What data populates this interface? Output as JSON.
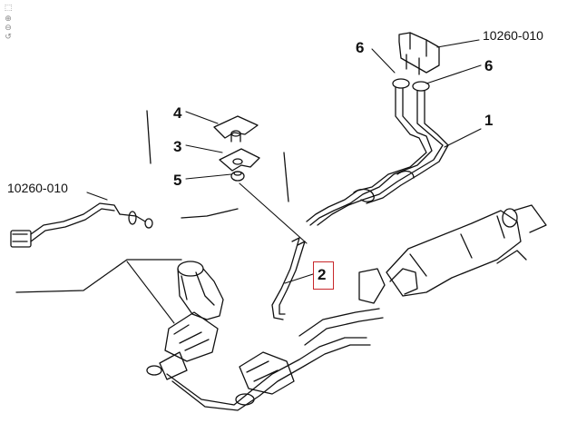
{
  "toolbar": {
    "items": [
      {
        "name": "select-tool-icon",
        "glyph": "⬚"
      },
      {
        "name": "zoom-in-icon",
        "glyph": "⊕"
      },
      {
        "name": "zoom-out-icon",
        "glyph": "⊖"
      },
      {
        "name": "reset-view-icon",
        "glyph": "↺"
      }
    ]
  },
  "callouts": {
    "part_1": "1",
    "part_2": "2",
    "part_3": "3",
    "part_4": "4",
    "part_5": "5",
    "part_6_left": "6",
    "part_6_right": "6",
    "ref_top": "10260-010",
    "ref_left": "10260-010"
  },
  "highlight": {
    "part": "2",
    "color": "#c8272b"
  }
}
